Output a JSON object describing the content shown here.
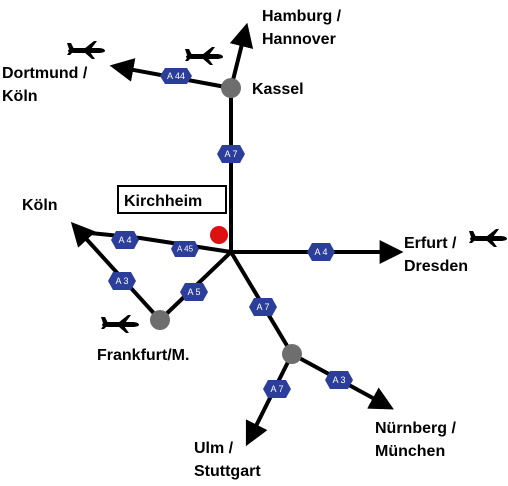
{
  "colors": {
    "road": "#000000",
    "shield_fill": "#2b3e9a",
    "shield_text": "#ffffff",
    "city_node": "#6e6e6e",
    "kirchheim_marker": "#dd1111"
  },
  "highlight_city": "Kirchheim",
  "destinations": {
    "hamburg": [
      "Hamburg /",
      "Hannover"
    ],
    "dortmund": [
      "Dortmund /",
      "Köln"
    ],
    "kassel": "Kassel",
    "koeln": "Köln",
    "erfurt": [
      "Erfurt /",
      "Dresden"
    ],
    "frankfurt": "Frankfurt/M.",
    "nuernberg": [
      "Nürnberg /",
      "München"
    ],
    "ulm": [
      "Ulm /",
      "Stuttgart"
    ]
  },
  "motorways": {
    "a44": "A 44",
    "a7_north": "A 7",
    "a4_west": "A 4",
    "a45": "A 45",
    "a3_west": "A 3",
    "a5": "A 5",
    "a4_east": "A 4",
    "a7_south_1": "A 7",
    "a7_south_2": "A 7",
    "a3_east": "A 3"
  },
  "airport_icons": [
    "airplane-icon",
    "airplane-icon",
    "airplane-icon",
    "airplane-icon"
  ]
}
